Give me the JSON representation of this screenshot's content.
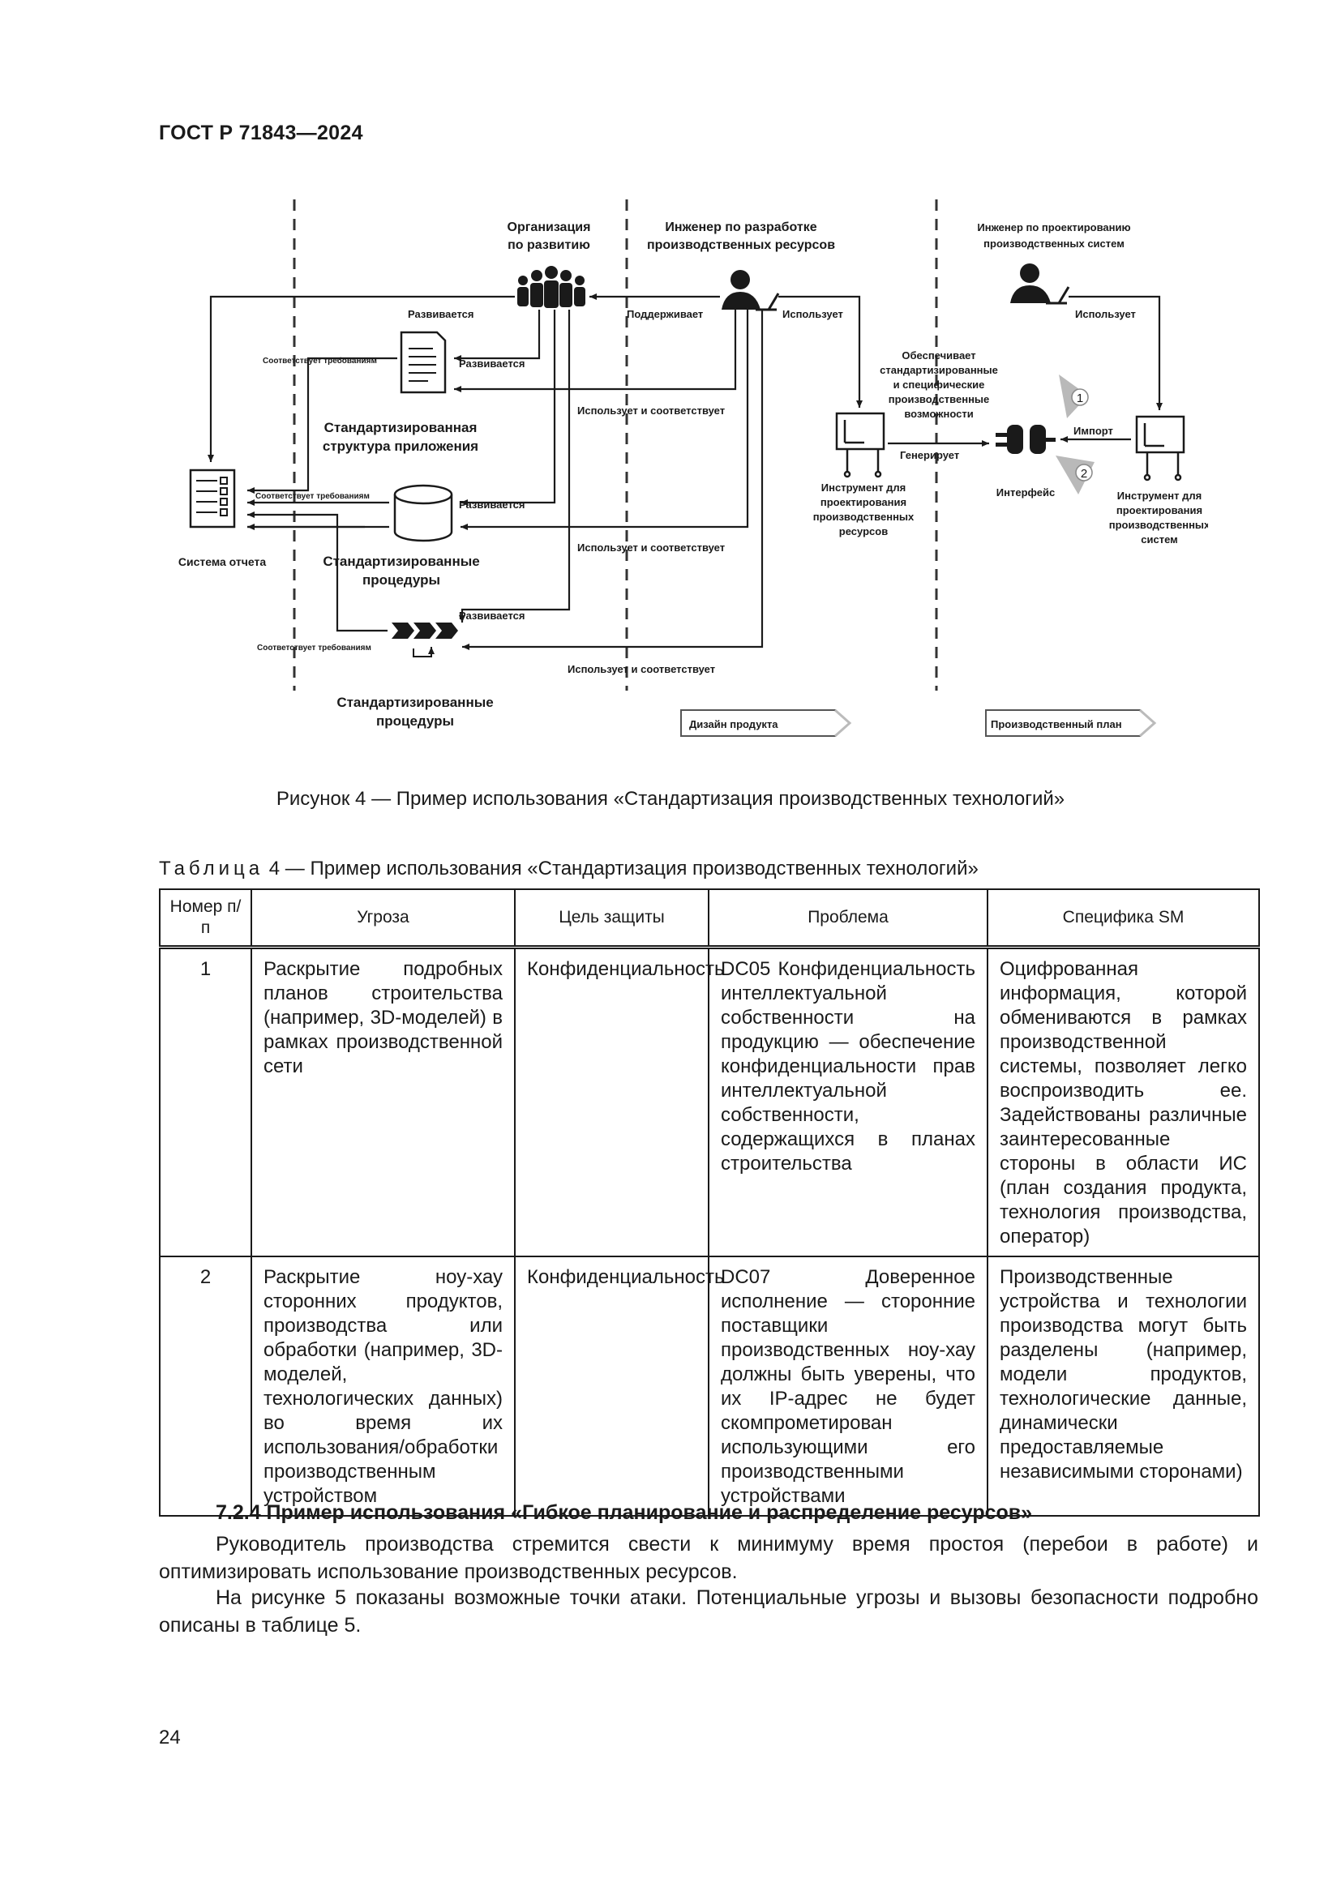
{
  "header": {
    "doc_id": "ГОСТ Р 71843—2024"
  },
  "figure": {
    "caption": "Рисунок 4 — Пример использования «Стандартизация производственных технологий»",
    "labels": {
      "org_title_1": "Организация",
      "org_title_2": "по развитию",
      "eng_res_1": "Инженер по разработке",
      "eng_res_2": "производственных ресурсов",
      "eng_sys_1": "Инженер по проектированию",
      "eng_sys_2": "производственных систем",
      "develops": "Развивается",
      "supports": "Поддерживает",
      "uses": "Использует",
      "complies": "Соответствует требованиям",
      "uses_complies": "Использует и соответствует",
      "app_struct_1": "Стандартизированная",
      "app_struct_2": "структура приложения",
      "std_proc_1": "Стандартизированные",
      "std_proc_2": "процедуры",
      "report_system": "Система отчета",
      "provides_1": "Обеспечивает",
      "provides_2": "стандартизированные",
      "provides_3": "и специфические",
      "provides_4": "производственные",
      "provides_5": "возможности",
      "generates": "Генерирует",
      "import": "Импорт",
      "interface": "Интерфейс",
      "tool_res_1": "Инструмент для",
      "tool_res_2": "проектирования",
      "tool_res_3": "производственных",
      "tool_res_4": "ресурсов",
      "tool_sys_1": "Инструмент для",
      "tool_sys_2": "проектирования",
      "tool_sys_3": "производственных",
      "tool_sys_4": "систем",
      "badge_1": "1",
      "badge_2": "2",
      "product_design": "Дизайн продукта",
      "production_plan": "Производственный план"
    }
  },
  "table": {
    "caption_prefix": "Таблица",
    "caption_rest": " 4 — Пример использования «Стандартизация производственных технологий»",
    "headers": [
      "Номер п/п",
      "Угроза",
      "Цель защиты",
      "Проблема",
      "Специфика SM"
    ],
    "rows": [
      {
        "num": "1",
        "threat": "Раскрытие подробных планов строительства (например, 3D-моделей) в рамках производственной сети",
        "goal": "Конфиденциальность",
        "problem": "DC05 Конфиденциальность интеллектуальной собственности на продукцию — обеспечение конфиденциальности прав интеллектуальной собственности, содержащихся в планах строительства",
        "specifics": "Оцифрованная информация, которой обмениваются в рамках производственной системы, позволяет легко воспроизводить ее. Задействованы различные заинтересованные стороны в области ИС (план создания продукта, технология производства, оператор)"
      },
      {
        "num": "2",
        "threat": "Раскрытие ноу-хау сторонних продуктов, производства или обработки (например, 3D-моделей, технологических данных) во время их использования/обработки производственным устройством",
        "goal": "Конфиденциальность",
        "problem": "DC07 Доверенное исполнение — сторонние поставщики производственных ноу-хау должны быть уверены, что их IP-адрес не будет скомпрометирован использующими его производственными устройствами",
        "specifics": "Производственные устройства и технологии производства могут быть разделены (например, модели продуктов, технологические данные, динамически предоставляемые независимыми сторонами)"
      }
    ]
  },
  "section": {
    "title": "7.2.4 Пример использования «Гибкое планирование и распределение ресурсов»",
    "para1": "Руководитель производства стремится свести к минимуму время простоя (перебои в работе) и оптимизировать использование производственных ресурсов.",
    "para2": "На рисунке 5 показаны возможные точки атаки. Потенциальные угрозы и вызовы безопасности подробно описаны в таблице 5."
  },
  "page_number": "24"
}
